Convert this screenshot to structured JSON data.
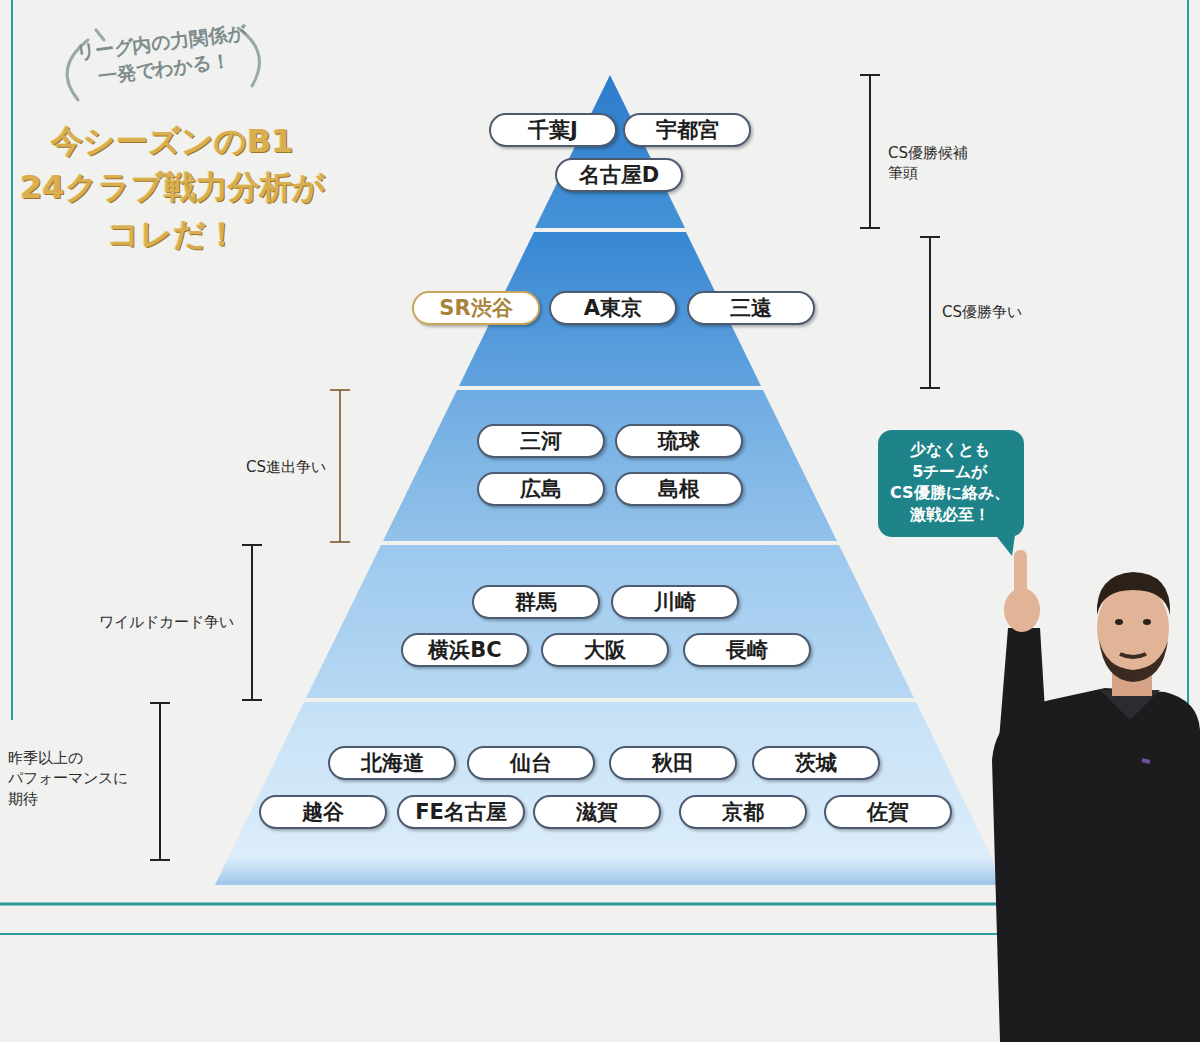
{
  "diagram": {
    "title": "今シーズンのB1 24クラブ戦力分析が コレだ！",
    "nodes": [
      {
        "text": [
          "リーグ内の力関係が 一発でわかる！"
        ]
      },
      {
        "text": [
          "千葉J"
        ]
      },
      {
        "text": [
          "宇都宮"
        ]
      },
      {
        "text": [
          "名古屋D"
        ]
      },
      {
        "text": [
          "SR渋谷"
        ]
      },
      {
        "text": [
          "A東京"
        ]
      },
      {
        "text": [
          "三遠"
        ]
      },
      {
        "text": [
          "三河"
        ]
      },
      {
        "text": [
          "琉球"
        ]
      },
      {
        "text": [
          "広島"
        ]
      },
      {
        "text": [
          "島根"
        ]
      },
      {
        "text": [
          "群馬"
        ]
      },
      {
        "text": [
          "川崎"
        ]
      },
      {
        "text": [
          "横浜BC"
        ]
      },
      {
        "text": [
          "大阪"
        ]
      },
      {
        "text": [
          "長崎"
        ]
      },
      {
        "text": [
          "北海道"
        ]
      },
      {
        "text": [
          "仙台"
        ]
      },
      {
        "text": [
          "秋田"
        ]
      },
      {
        "text": [
          "茨城"
        ]
      },
      {
        "text": [
          "越谷"
        ]
      },
      {
        "text": [
          "FE名古屋"
        ]
      },
      {
        "text": [
          "滋賀"
        ]
      },
      {
        "text": [
          "京都"
        ]
      },
      {
        "text": [
          "佐賀"
        ]
      },
      {
        "text": [
          "少なくとも 5チームが CS優勝に絡み、 激戦必至！"
        ]
      }
    ],
    "labels": [
      "CS優勝候補 筆頭",
      "CS優勝争い",
      "CS進出争い",
      "ワイルドカード争い",
      "昨季以上の パフォーマンスに 期待"
    ]
  }
}
